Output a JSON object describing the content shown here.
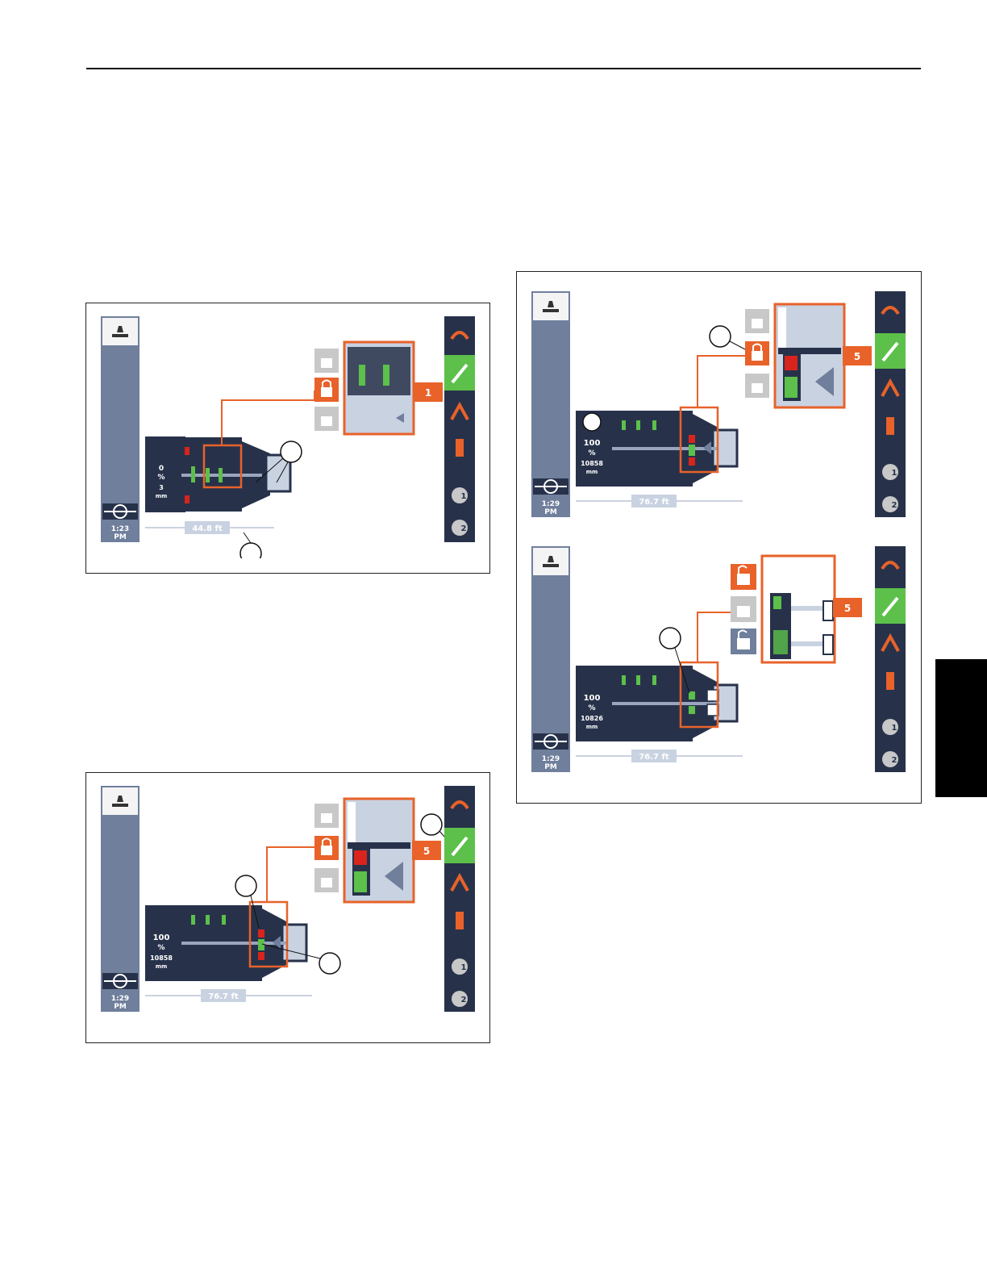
{
  "figures": [
    {
      "id": "fig-a",
      "sync_percent": "0",
      "pct_unit": "%",
      "sync_mm": "3",
      "mm_unit": "mm",
      "time": "1:23",
      "ampm": "PM",
      "length": "44.8 ft",
      "section": "1"
    },
    {
      "id": "fig-b",
      "sync_percent": "100",
      "pct_unit": "%",
      "sync_mm": "10858",
      "mm_unit": "mm",
      "time": "1:29",
      "ampm": "PM",
      "length": "76.7 ft",
      "section": "5"
    },
    {
      "id": "fig-c-top",
      "sync_percent": "100",
      "pct_unit": "%",
      "sync_mm": "10858",
      "mm_unit": "mm",
      "time": "1:29",
      "ampm": "PM",
      "length": "76.7 ft",
      "section": "5"
    },
    {
      "id": "fig-c-bottom",
      "sync_percent": "100",
      "pct_unit": "%",
      "sync_mm": "10826",
      "mm_unit": "mm",
      "time": "1:29",
      "ampm": "PM",
      "length": "76.7 ft",
      "section": "5"
    }
  ],
  "side_menu": {
    "icons": [
      "slew-icon",
      "telescope-icon",
      "luffing-icon",
      "remote-control-icon",
      "hoist-1-icon",
      "hoist-2-icon"
    ],
    "hoist_labels": [
      "1",
      "2"
    ]
  },
  "colors": {
    "accent_orange": "#e8622a",
    "active_green": "#5cc04a",
    "panel_navy": "#27324a",
    "slate": "#6f7f9c",
    "light_blue": "#c9d2e1",
    "lock_grey": "#c8c8c8"
  }
}
